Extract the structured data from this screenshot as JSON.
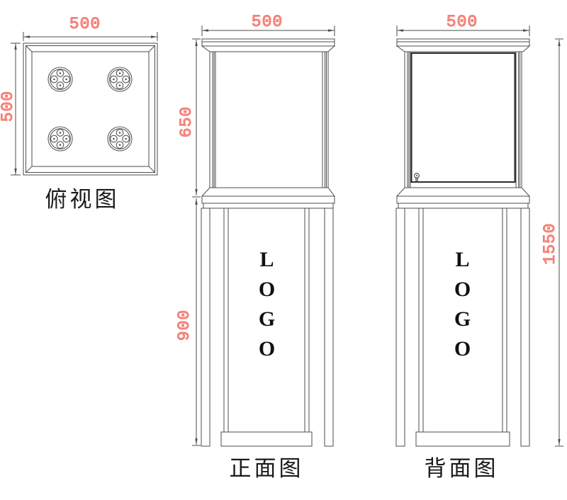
{
  "drawing": {
    "colors": {
      "dimension_text": "#f3736a",
      "line": "#4d4d4d",
      "door_line": "#2b2b2b",
      "logo_text": "#111111"
    },
    "top_view": {
      "label": "俯视图",
      "width_dim": "500",
      "depth_dim": "500"
    },
    "front_view": {
      "label": "正面图",
      "width_dim": "500",
      "showcase_height_dim": "650",
      "pedestal_height_dim": "900",
      "logo_text": "LOGO"
    },
    "back_view": {
      "label": "背面图",
      "width_dim": "500",
      "total_height_dim": "1550",
      "logo_text": "LOGO"
    }
  }
}
